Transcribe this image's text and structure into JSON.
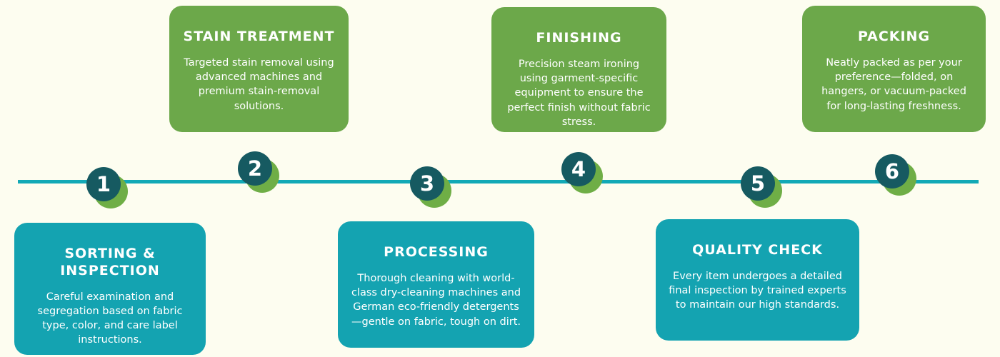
{
  "colors": {
    "background": "#FDFDF0",
    "teal_card": "#14A3B1",
    "green_card": "#6CA84A",
    "dark_circle": "#165A61",
    "timeline_line": "#12A9B6",
    "crescent_accent": "#6FAE46",
    "text": "#FFFFFF"
  },
  "timeline": {
    "orientation": "horizontal",
    "marker_count": 6
  },
  "steps": [
    {
      "number": "1",
      "title": "SORTING & INSPECTION",
      "description": "Careful examination and segregation based on fabric type, color, and care label instructions.",
      "position": "below-line",
      "card_color": "teal"
    },
    {
      "number": "2",
      "title": "STAIN TREATMENT",
      "description": "Targeted stain removal using advanced machines and premium stain-removal solutions.",
      "position": "above-line",
      "card_color": "green"
    },
    {
      "number": "3",
      "title": "PROCESSING",
      "description": "Thorough cleaning with world-class dry-cleaning machines and German eco-friendly detergents—gentle on fabric, tough on dirt.",
      "position": "below-line",
      "card_color": "teal"
    },
    {
      "number": "4",
      "title": "FINISHING",
      "description": "Precision steam ironing using garment-specific equipment to ensure the perfect finish without fabric stress.",
      "position": "above-line",
      "card_color": "green"
    },
    {
      "number": "5",
      "title": "QUALITY CHECK",
      "description": "Every item undergoes a detailed final inspection by trained experts to maintain our high standards.",
      "position": "below-line",
      "card_color": "teal"
    },
    {
      "number": "6",
      "title": "PACKING",
      "description": "Neatly packed as per your preference—folded, on hangers, or vacuum-packed for long-lasting freshness.",
      "position": "above-line",
      "card_color": "green"
    }
  ]
}
